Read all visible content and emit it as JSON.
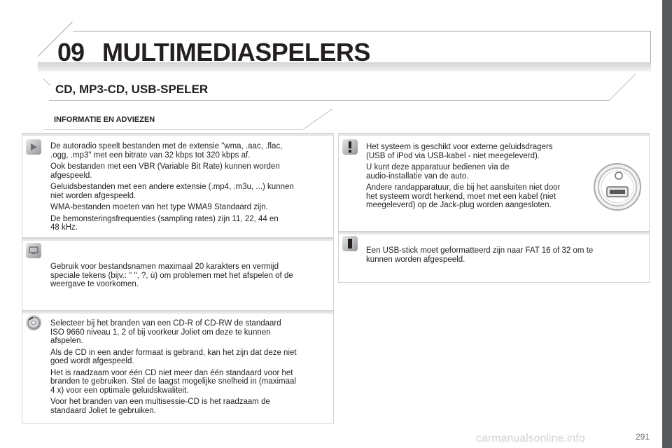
{
  "header": {
    "chapter_number": "09",
    "chapter_title": "MULTIMEDIASPELERS"
  },
  "section": {
    "title": "CD, MP3-CD, USB-SPELER",
    "subtitle": "INFORMATIE EN ADVIEZEN"
  },
  "left_boxes": [
    {
      "icon": "play-icon",
      "paragraphs": [
        "De autoradio speelt bestanden met de extensie \"wma, .aac, .flac,\n.ogg, .mp3\" met een bitrate van 32 kbps tot 320 kbps af.",
        "Ook bestanden met een VBR (Variable Bit Rate) kunnen worden\nafgespeeld.",
        "Geluidsbestanden met een andere extensie (.mp4, .m3u, ...) kunnen\nniet worden afgespeeld.",
        "WMA-bestanden moeten van het type WMA9 Standaard zijn.",
        "De bemonsteringsfrequenties (sampling rates) zijn 11, 22, 44 en\n48 kHz."
      ]
    },
    {
      "icon": "screen-icon",
      "paragraphs": [
        "Gebruik voor bestandsnamen maximaal 20 karakters en vermijd\nspeciale tekens (bijv.: \" \", ?, ù) om problemen met het afspelen of de\nweergave te voorkomen."
      ]
    },
    {
      "icon": "cd-icon",
      "paragraphs": [
        "Selecteer bij het branden van een CD-R of CD-RW de standaard\nISO 9660 niveau 1, 2 of bij voorkeur Joliet om deze te kunnen\nafspelen.",
        "Als de CD in een ander formaat is gebrand, kan het zijn dat deze niet\ngoed wordt afgespeeld.",
        "Het is raadzaam voor één CD niet meer dan één standaard voor het\nbranden te gebruiken. Stel de laagst mogelijke snelheid in (maximaal\n4 x) voor een optimale geluidskwaliteit.",
        "Voor het branden van een multisessie-CD is het raadzaam de\nstandaard Joliet te gebruiken."
      ]
    }
  ],
  "right_boxes": [
    {
      "icon": "warning-icon",
      "paragraphs": [
        "Het systeem is geschikt voor externe geluidsdragers\n(USB of iPod via USB-kabel - niet meegeleverd).",
        "U kunt deze apparatuur bedienen via de\n audio-installatie van de auto.",
        "Andere randapparatuur, die bij het aansluiten niet door\nhet systeem wordt herkend, moet met een kabel (niet\nmeegeleverd) op de Jack-plug worden aangesloten."
      ]
    },
    {
      "icon": "info-icon",
      "paragraphs": [
        "Een USB-stick moet geformatteerd zijn naar FAT 16 of 32 om te\nkunnen worden afgespeeld."
      ]
    }
  ],
  "footer": {
    "page_number": "291",
    "watermark": "carmanualsonline.info"
  }
}
